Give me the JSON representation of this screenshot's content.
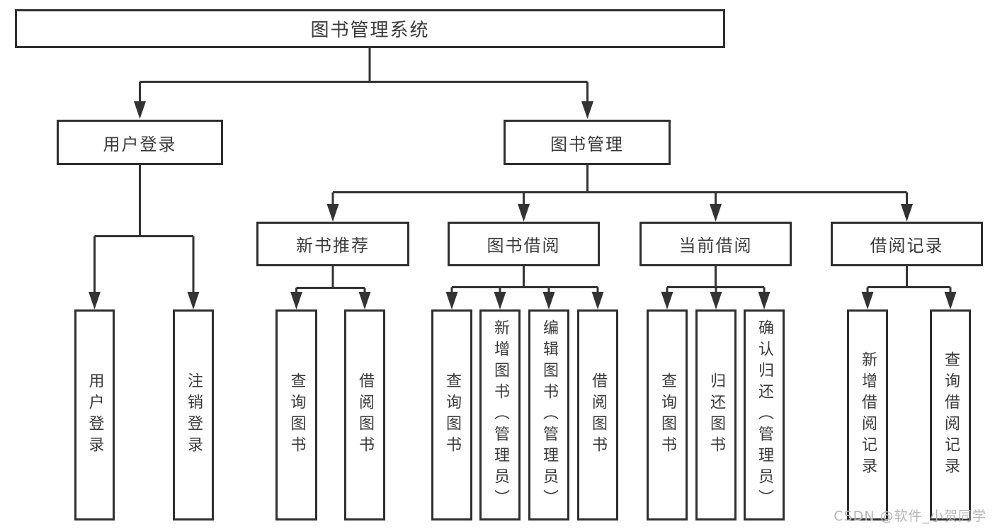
{
  "tree": {
    "label": "图书管理系统",
    "children": [
      {
        "label": "用户登录",
        "children": [
          {
            "label": "用户登录"
          },
          {
            "label": "注销登录"
          }
        ]
      },
      {
        "label": "图书管理",
        "children": [
          {
            "label": "新书推荐",
            "children": [
              {
                "label": "查询图书"
              },
              {
                "label": "借阅图书"
              }
            ]
          },
          {
            "label": "图书借阅",
            "children": [
              {
                "label": "查询图书"
              },
              {
                "label": "新增图书（管理员）"
              },
              {
                "label": "编辑图书（管理员）"
              },
              {
                "label": "借阅图书"
              }
            ]
          },
          {
            "label": "当前借阅",
            "children": [
              {
                "label": "查询图书"
              },
              {
                "label": "归还图书"
              },
              {
                "label": "确认归还（管理员）"
              }
            ]
          },
          {
            "label": "借阅记录",
            "children": [
              {
                "label": "新增借阅记录"
              },
              {
                "label": "查询借阅记录"
              }
            ]
          }
        ]
      }
    ]
  },
  "watermark": "CSDN @软件_小贺同学",
  "colors": {
    "line": "#333333",
    "border": "#2f2f2f",
    "text": "#3a3a3a",
    "watermark": "#b5b5b5",
    "background": "#ffffff"
  }
}
